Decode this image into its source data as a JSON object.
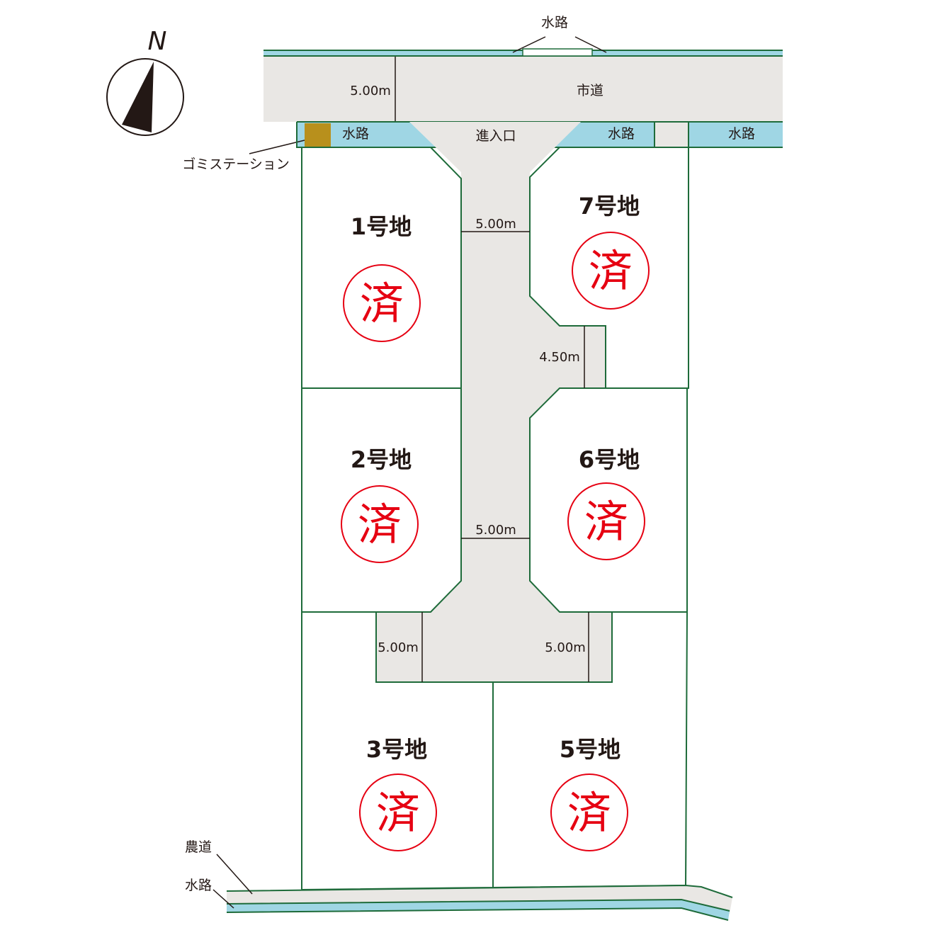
{
  "compass": {
    "label": "N"
  },
  "labels": {
    "water_top": "水路",
    "city_road": "市道",
    "city_road_width": "5.00m",
    "water_left": "水路",
    "water_mid": "水路",
    "water_right": "水路",
    "entrance": "進入口",
    "garbage_station": "ゴミステーション",
    "farm_road": "農道",
    "water_bottom": "水路"
  },
  "dimensions": {
    "access_upper": "5.00m",
    "access_mid": "5.00m",
    "access_notch": "4.50m",
    "turn_left": "5.00m",
    "turn_right": "5.00m"
  },
  "lots": [
    {
      "id": "1",
      "name": "1号地",
      "status": "済"
    },
    {
      "id": "2",
      "name": "2号地",
      "status": "済"
    },
    {
      "id": "3",
      "name": "3号地",
      "status": "済"
    },
    {
      "id": "5",
      "name": "5号地",
      "status": "済"
    },
    {
      "id": "6",
      "name": "6号地",
      "status": "済"
    },
    {
      "id": "7",
      "name": "7号地",
      "status": "済"
    }
  ],
  "colors": {
    "road": "#e9e7e4",
    "water": "#9fd6e4",
    "boundary": "#1e6b3a",
    "sold": "#e60012",
    "garbage": "#b8901c"
  }
}
